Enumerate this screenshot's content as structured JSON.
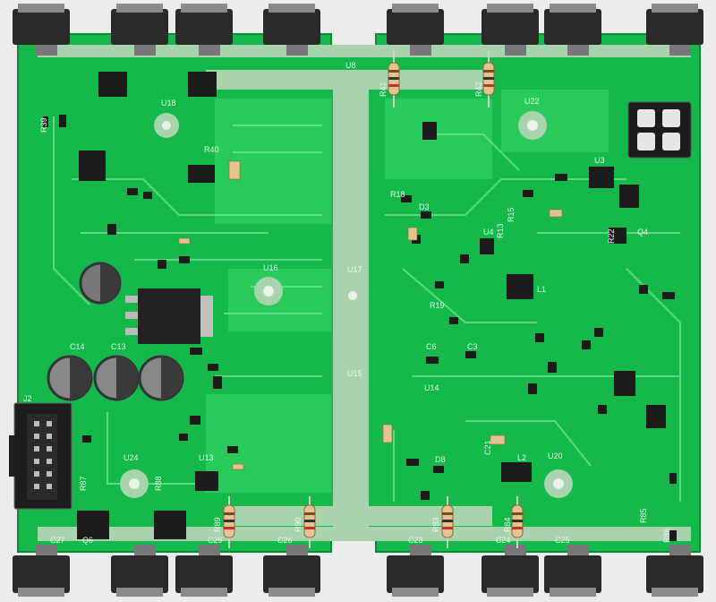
{
  "board": {
    "colors": {
      "background": "#ececec",
      "pcb": "#15b84a",
      "pcb_dark": "#0f9a3c",
      "copper": "#a8d4ad",
      "trace": "#27c95a",
      "component_black": "#1c1c1c",
      "silkscreen": "#eaf6ea",
      "resistor_body": "#e5c38f"
    },
    "labels": {
      "U8": "U8",
      "R41": "R41",
      "R42": "R42",
      "U18": "U18",
      "U22": "U22",
      "U3": "U3",
      "U4": "U4",
      "U16": "U16",
      "U17": "U17",
      "U15": "U15",
      "U14": "U14",
      "U13": "U13",
      "U20": "U20",
      "U24": "U24",
      "R39": "R39",
      "R40": "R40",
      "R83": "R83",
      "R84": "R84",
      "R89": "R89",
      "R90": "R90",
      "R85": "R85",
      "R86": "R86",
      "R87": "R87",
      "R88": "R88",
      "R22": "R22",
      "R13": "R13",
      "R15": "R15",
      "R18": "R18",
      "R19": "R19",
      "C3": "C3",
      "C6": "C6",
      "C13": "C13",
      "C14": "C14",
      "C21": "C21",
      "C23": "C23",
      "C24": "C24",
      "C25": "C25",
      "C26": "C26",
      "C27": "C27",
      "C29": "C29",
      "D3": "D3",
      "D8": "D8",
      "L1": "L1",
      "L2": "L2",
      "J2": "J2",
      "Q4": "Q4",
      "Q6": "Q6"
    }
  }
}
